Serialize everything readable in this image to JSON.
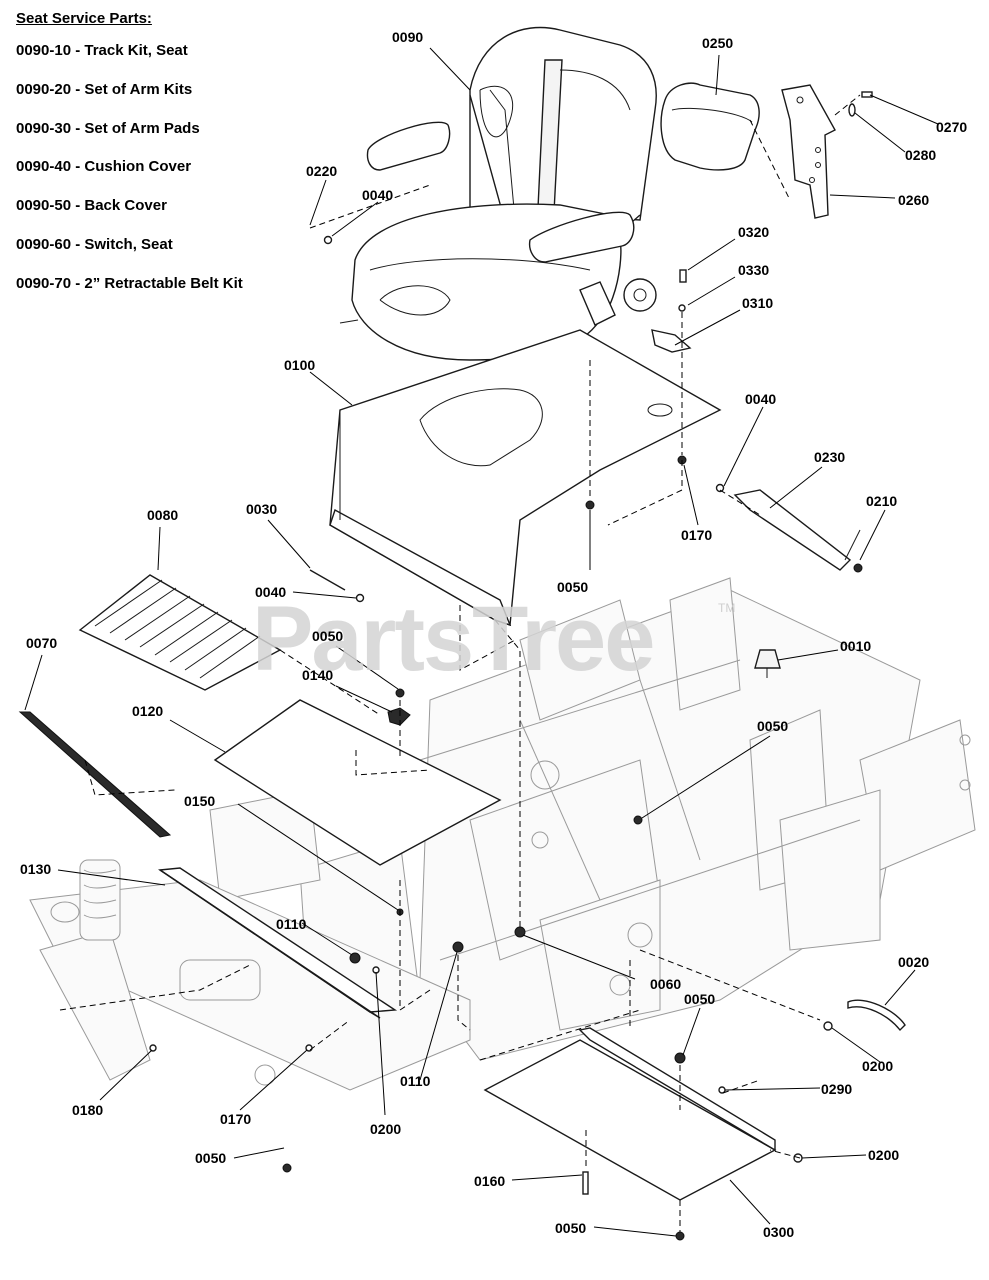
{
  "legend": {
    "title": "Seat Service Parts:",
    "items": [
      "0090-10 - Track Kit, Seat",
      "0090-20 - Set of Arm Kits",
      "0090-30 - Set of Arm Pads",
      "0090-40 - Cushion Cover",
      "0090-50 - Back Cover",
      "0090-60 - Switch, Seat",
      "0090-70 - 2” Retractable Belt Kit"
    ]
  },
  "watermark": {
    "text": "PartsTree",
    "tm": "TM"
  },
  "callouts": {
    "c0090": "0090",
    "c0250": "0250",
    "c0270": "0270",
    "c0280": "0280",
    "c0260": "0260",
    "c0220": "0220",
    "c0040a": "0040",
    "c0320": "0320",
    "c0330": "0330",
    "c0310": "0310",
    "c0100": "0100",
    "c0040b": "0040",
    "c0230": "0230",
    "c0210": "0210",
    "c0170a": "0170",
    "c0080": "0080",
    "c0030": "0030",
    "c0050a": "0050",
    "c0040c": "0040",
    "c0010": "0010",
    "c0070": "0070",
    "c0050b": "0050",
    "c0140": "0140",
    "c0120": "0120",
    "c0050c": "0050",
    "c0150": "0150",
    "c0130": "0130",
    "c0110a": "0110",
    "c0060": "0060",
    "c0020": "0020",
    "c0050d": "0050",
    "c0200a": "0200",
    "c0110b": "0110",
    "c0180": "0180",
    "c0170b": "0170",
    "c0200b": "0200",
    "c0290": "0290",
    "c0050e": "0050",
    "c0200c": "0200",
    "c0160": "0160",
    "c0050f": "0050",
    "c0300": "0300"
  }
}
